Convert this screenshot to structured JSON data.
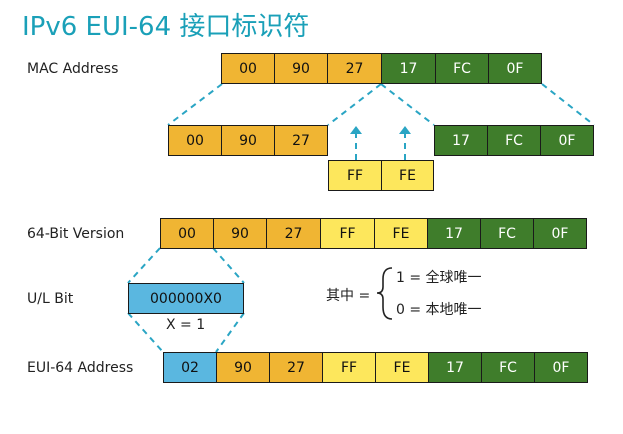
{
  "title": "IPv6 EUI-64 接口标识符",
  "labels": {
    "mac": "MAC Address",
    "bit64": "64-Bit Version",
    "ul": "U/L Bit",
    "eui": "EUI-64 Address"
  },
  "mac_row": [
    "00",
    "90",
    "27",
    "17",
    "FC",
    "0F"
  ],
  "split_left": [
    "00",
    "90",
    "27"
  ],
  "split_right": [
    "17",
    "FC",
    "0F"
  ],
  "insert": [
    "FF",
    "FE"
  ],
  "bit64_row": [
    "00",
    "90",
    "27",
    "FF",
    "FE",
    "17",
    "FC",
    "0F"
  ],
  "ul_box": "000000X0",
  "ul_note": "X = 1",
  "legend": {
    "prefix": "其中 =",
    "line1": "1 =  全球唯一",
    "line2": "0 =  本地唯一"
  },
  "eui_row": [
    "02",
    "90",
    "27",
    "FF",
    "FE",
    "17",
    "FC",
    "0F"
  ],
  "colors": {
    "title": "#1aa0b8",
    "orange": "#f0b533",
    "yellow": "#fde75c",
    "green": "#3f7d2b",
    "blue": "#5ab7e0",
    "dashed": "#2aa5c4"
  }
}
